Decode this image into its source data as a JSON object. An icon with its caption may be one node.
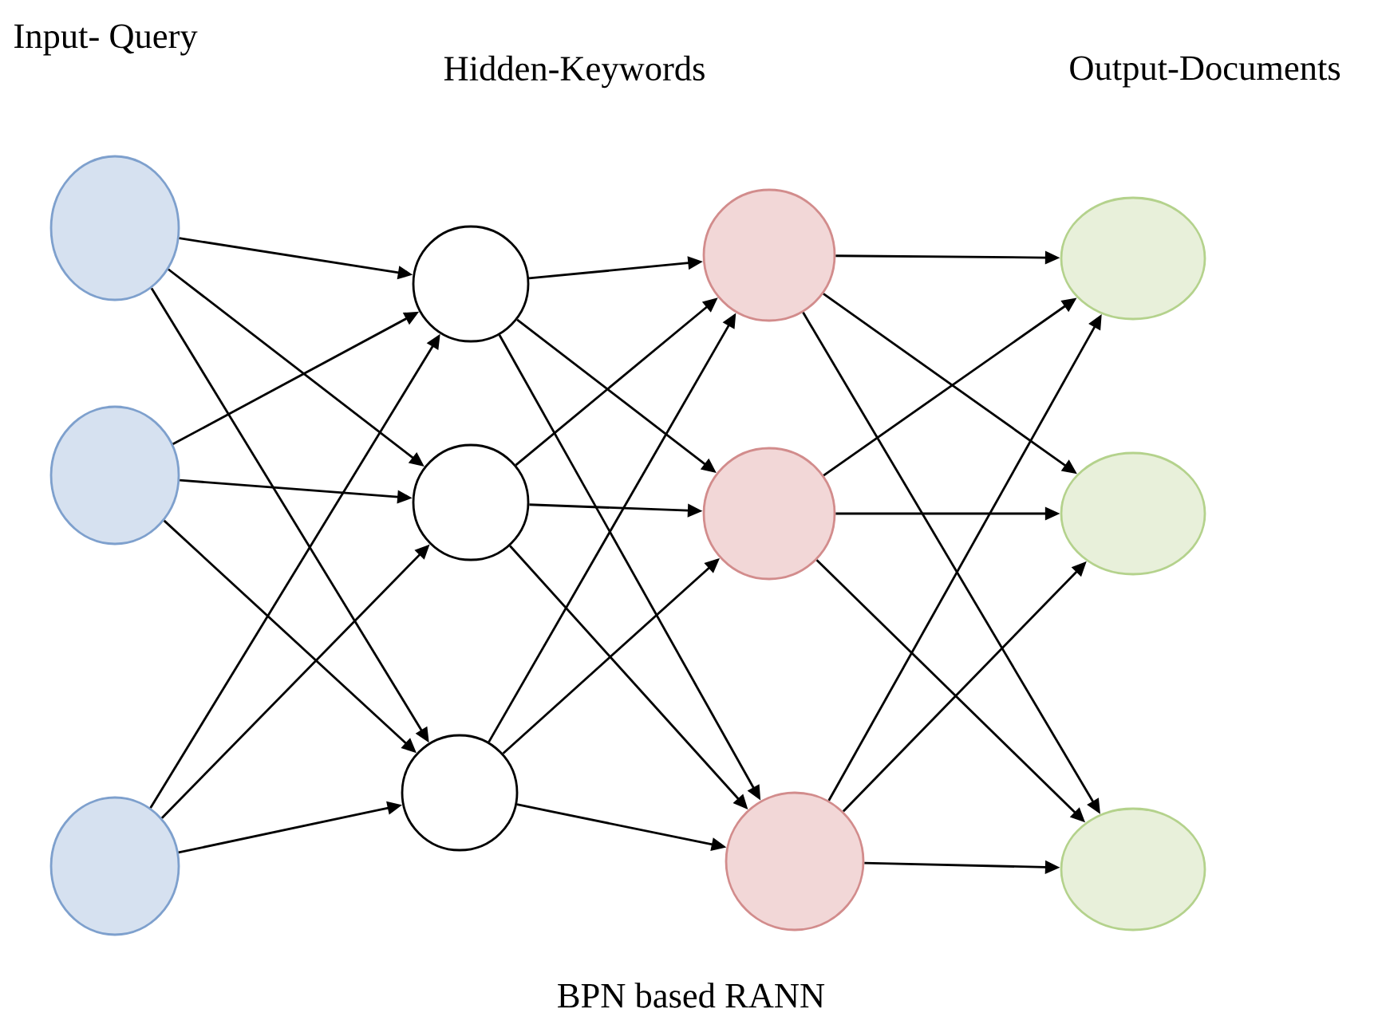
{
  "diagram": {
    "caption": "BPN based RANN",
    "nodes": [
      {
        "text": [],
        "shape": "circle"
      },
      {
        "text": [],
        "shape": "circle"
      },
      {
        "text": [],
        "shape": "circle"
      },
      {
        "text": [],
        "shape": "circle"
      },
      {
        "text": [],
        "shape": "circle"
      },
      {
        "text": [],
        "shape": "circle"
      },
      {
        "text": [],
        "shape": "circle"
      },
      {
        "text": [],
        "shape": "circle"
      },
      {
        "text": [],
        "shape": "circle"
      },
      {
        "text": [],
        "shape": "circle"
      },
      {
        "text": [],
        "shape": "circle"
      },
      {
        "text": [],
        "shape": "circle"
      }
    ],
    "edges": [
      {
        "from": 0,
        "to": 3,
        "arrow": "to"
      },
      {
        "from": 0,
        "to": 4,
        "arrow": "to"
      },
      {
        "from": 0,
        "to": 5,
        "arrow": "to"
      },
      {
        "from": 1,
        "to": 3,
        "arrow": "to"
      },
      {
        "from": 1,
        "to": 4,
        "arrow": "to"
      },
      {
        "from": 1,
        "to": 5,
        "arrow": "to"
      },
      {
        "from": 2,
        "to": 3,
        "arrow": "to"
      },
      {
        "from": 2,
        "to": 4,
        "arrow": "to"
      },
      {
        "from": 2,
        "to": 5,
        "arrow": "to"
      },
      {
        "from": 3,
        "to": 6,
        "arrow": "to"
      },
      {
        "from": 3,
        "to": 7,
        "arrow": "to"
      },
      {
        "from": 3,
        "to": 8,
        "arrow": "to"
      },
      {
        "from": 4,
        "to": 6,
        "arrow": "to"
      },
      {
        "from": 4,
        "to": 7,
        "arrow": "to"
      },
      {
        "from": 4,
        "to": 8,
        "arrow": "to"
      },
      {
        "from": 5,
        "to": 6,
        "arrow": "to"
      },
      {
        "from": 5,
        "to": 7,
        "arrow": "to"
      },
      {
        "from": 5,
        "to": 8,
        "arrow": "to"
      },
      {
        "from": 6,
        "to": 9,
        "arrow": "to"
      },
      {
        "from": 6,
        "to": 10,
        "arrow": "to"
      },
      {
        "from": 6,
        "to": 11,
        "arrow": "to"
      },
      {
        "from": 7,
        "to": 9,
        "arrow": "to"
      },
      {
        "from": 7,
        "to": 10,
        "arrow": "to"
      },
      {
        "from": 7,
        "to": 11,
        "arrow": "to"
      },
      {
        "from": 8,
        "to": 9,
        "arrow": "to"
      },
      {
        "from": 8,
        "to": 10,
        "arrow": "to"
      },
      {
        "from": 8,
        "to": 11,
        "arrow": "to"
      }
    ],
    "labels": [
      "Input- Query",
      "Hidden-Keywords",
      "Output-Documents"
    ]
  }
}
